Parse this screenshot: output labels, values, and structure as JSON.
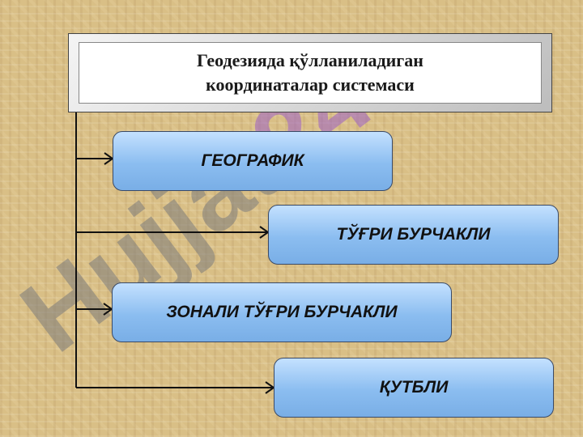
{
  "title": {
    "line1": "Геодезияда қўлланиладиган",
    "line2": "координаталар системаси"
  },
  "items": [
    {
      "label": "ГЕОГРАФИК"
    },
    {
      "label": "ТЎҒРИ БУРЧАКЛИ"
    },
    {
      "label": "ЗОНАЛИ ТЎҒРИ БУРЧАКЛИ"
    },
    {
      "label": "ҚУТБЛИ"
    }
  ],
  "watermark": {
    "text": "Hujjat24"
  },
  "colors": {
    "box_fill": "#8bbdf0",
    "box_border": "#3a4a66",
    "watermark_gray": "#7a7a7a",
    "watermark_purple": "#9b5fc6"
  }
}
